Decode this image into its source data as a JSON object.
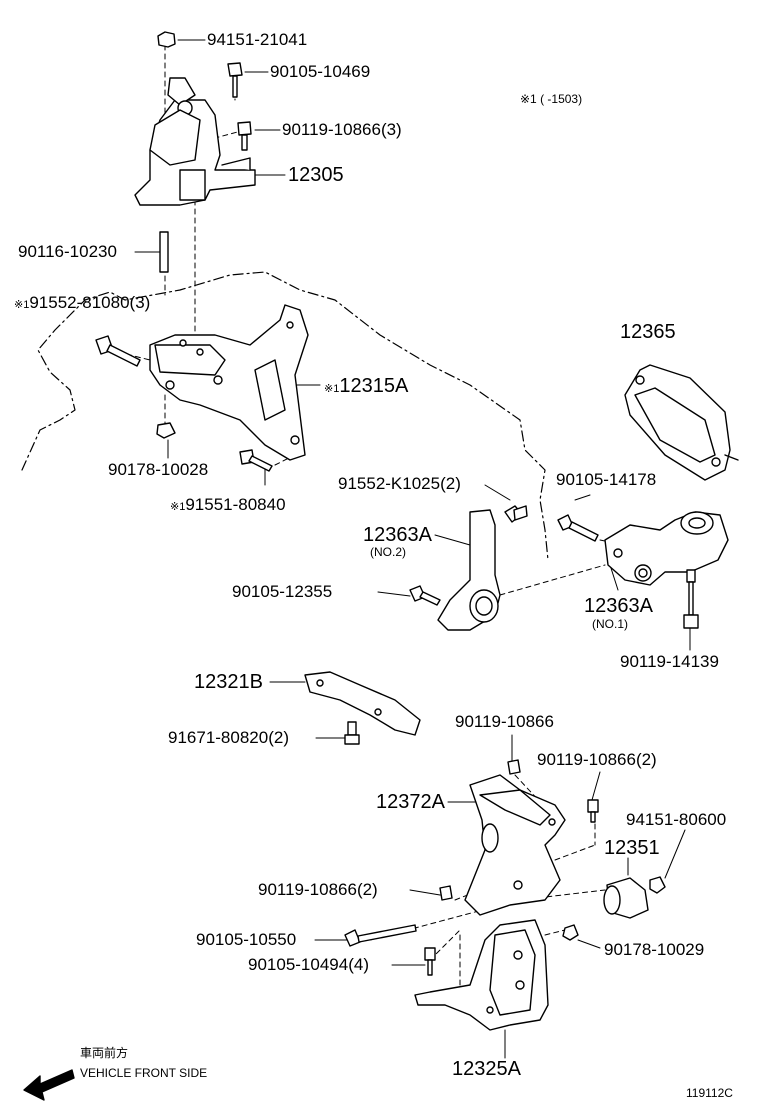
{
  "note": {
    "mark": "※1",
    "text": "(     -1503)"
  },
  "parts": {
    "p94151_21041": "94151-21041",
    "p90105_10469": "90105-10469",
    "p90119_10866_3": "90119-10866(3)",
    "p12305": "12305",
    "p90116_10230": "90116-10230",
    "p91552_81080_3": "91552-81080(3)",
    "p12315A": "12315A",
    "p90178_10028": "90178-10028",
    "p91551_80840": "91551-80840",
    "p12365": "12365",
    "p91552_K1025_2": "91552-K1025(2)",
    "p90105_14178": "90105-14178",
    "p12363A_no2": "12363A",
    "no2": "(NO.2)",
    "p90105_12355": "90105-12355",
    "p12363A_no1": "12363A",
    "no1": "(NO.1)",
    "p90119_14139": "90119-14139",
    "p12321B": "12321B",
    "p91671_80820_2": "91671-80820(2)",
    "p90119_10866_a": "90119-10866",
    "p90119_10866_2a": "90119-10866(2)",
    "p12372A": "12372A",
    "p94151_80600": "94151-80600",
    "p12351": "12351",
    "p90119_10866_2b": "90119-10866(2)",
    "p90105_10550": "90105-10550",
    "p90178_10029": "90178-10029",
    "p90105_10494_4": "90105-10494(4)",
    "p12325A": "12325A"
  },
  "marks": {
    "m1": "※1",
    "m2": "※1",
    "m3": "※1"
  },
  "footer": {
    "jp": "車両前方",
    "front": "VEHICLE FRONT SIDE",
    "code": "119112C"
  },
  "icons": {
    "arrow": "arrow-left-icon"
  }
}
